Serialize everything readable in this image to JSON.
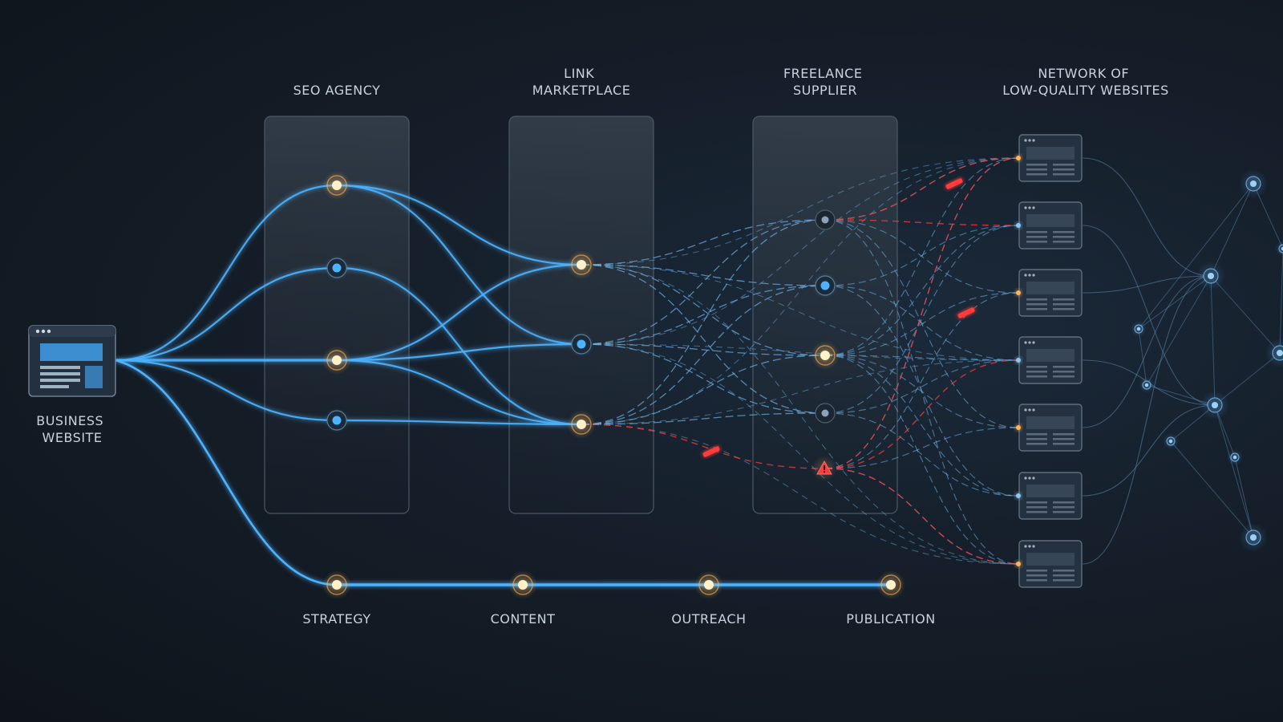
{
  "stages": {
    "seo_agency": [
      "SEO AGENCY"
    ],
    "link_marketplace": [
      "LINK",
      "MARKETPLACE"
    ],
    "freelance_supplier": [
      "FREELANCE",
      "SUPPLIER"
    ],
    "network": [
      "NETWORK OF",
      "LOW-QUALITY WEBSITES"
    ]
  },
  "business": [
    "BUSINESS",
    "WEBSITE"
  ],
  "timeline": [
    "STRATEGY",
    "CONTENT",
    "OUTREACH",
    "PUBLICATION"
  ],
  "colors": {
    "link_blue": "#4db3ff",
    "node_orange": "#ffb454",
    "warning_red": "#ff3b3b",
    "label": "#c9d3de"
  },
  "icons": {
    "business": "website-window-icon",
    "warning": "warning-triangle-icon",
    "network_site": "website-window-icon"
  }
}
